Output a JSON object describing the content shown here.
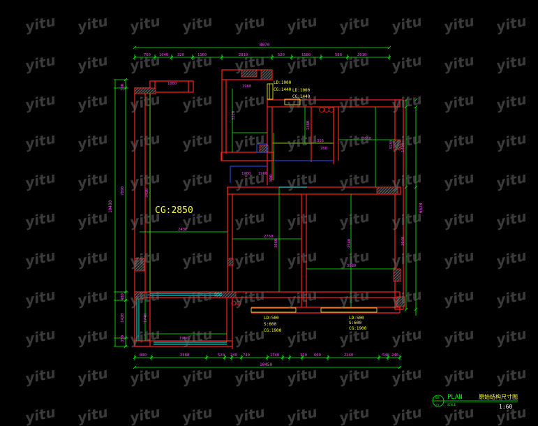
{
  "watermark": "yitu",
  "plan": {
    "ceiling_label": "CG:2850",
    "top_dims_overall": "8070",
    "top_dims": [
      "760",
      "1040",
      "320",
      "1160",
      "2810",
      "520",
      "1580",
      "580",
      "2010"
    ],
    "bottom_dims_overall": "10450",
    "bottom_dims": [
      "800",
      "2380",
      "520",
      "240",
      "740",
      "1740",
      "310",
      "600",
      "2240",
      "540",
      "240"
    ],
    "left_dims_overall": "10480",
    "left_dims": [
      "390",
      "7890",
      "480",
      "1420",
      "350"
    ],
    "right_dims_overall": "6520",
    "right_dims": [
      "1490",
      "3040"
    ],
    "inner_dims": [
      "1080",
      "1960",
      "3220",
      "1480",
      "3430",
      "2432",
      "2760",
      "3060",
      "2540",
      "1960",
      "1740",
      "3980",
      "1960",
      "800",
      "316",
      "760",
      "2010",
      "3130",
      "1960"
    ],
    "windows": [
      {
        "ld": "LD:1000",
        "cg": "CG:1440"
      },
      {
        "ld": "LD:1000",
        "cg": "CG:1440"
      }
    ],
    "door_left": {
      "ld": "LD:500",
      "s": "S:600",
      "cg": "CG:1900"
    },
    "door_right": {
      "ld": "LD:500",
      "s": "S:600",
      "cg": "CG:1900"
    }
  },
  "title_block": {
    "label": "PLAN",
    "sub": "SCALE",
    "name": "原始结构尺寸图",
    "scale": "1:60",
    "num_top": "02",
    "num_bottom": "22"
  },
  "colors": {
    "wall": "#ff2020",
    "dim": "#00ff00",
    "text_yellow": "#ffff40",
    "text_magenta": "#ff40ff",
    "window": "#00ffff",
    "blue": "#3050ff",
    "white": "#ffffff"
  }
}
